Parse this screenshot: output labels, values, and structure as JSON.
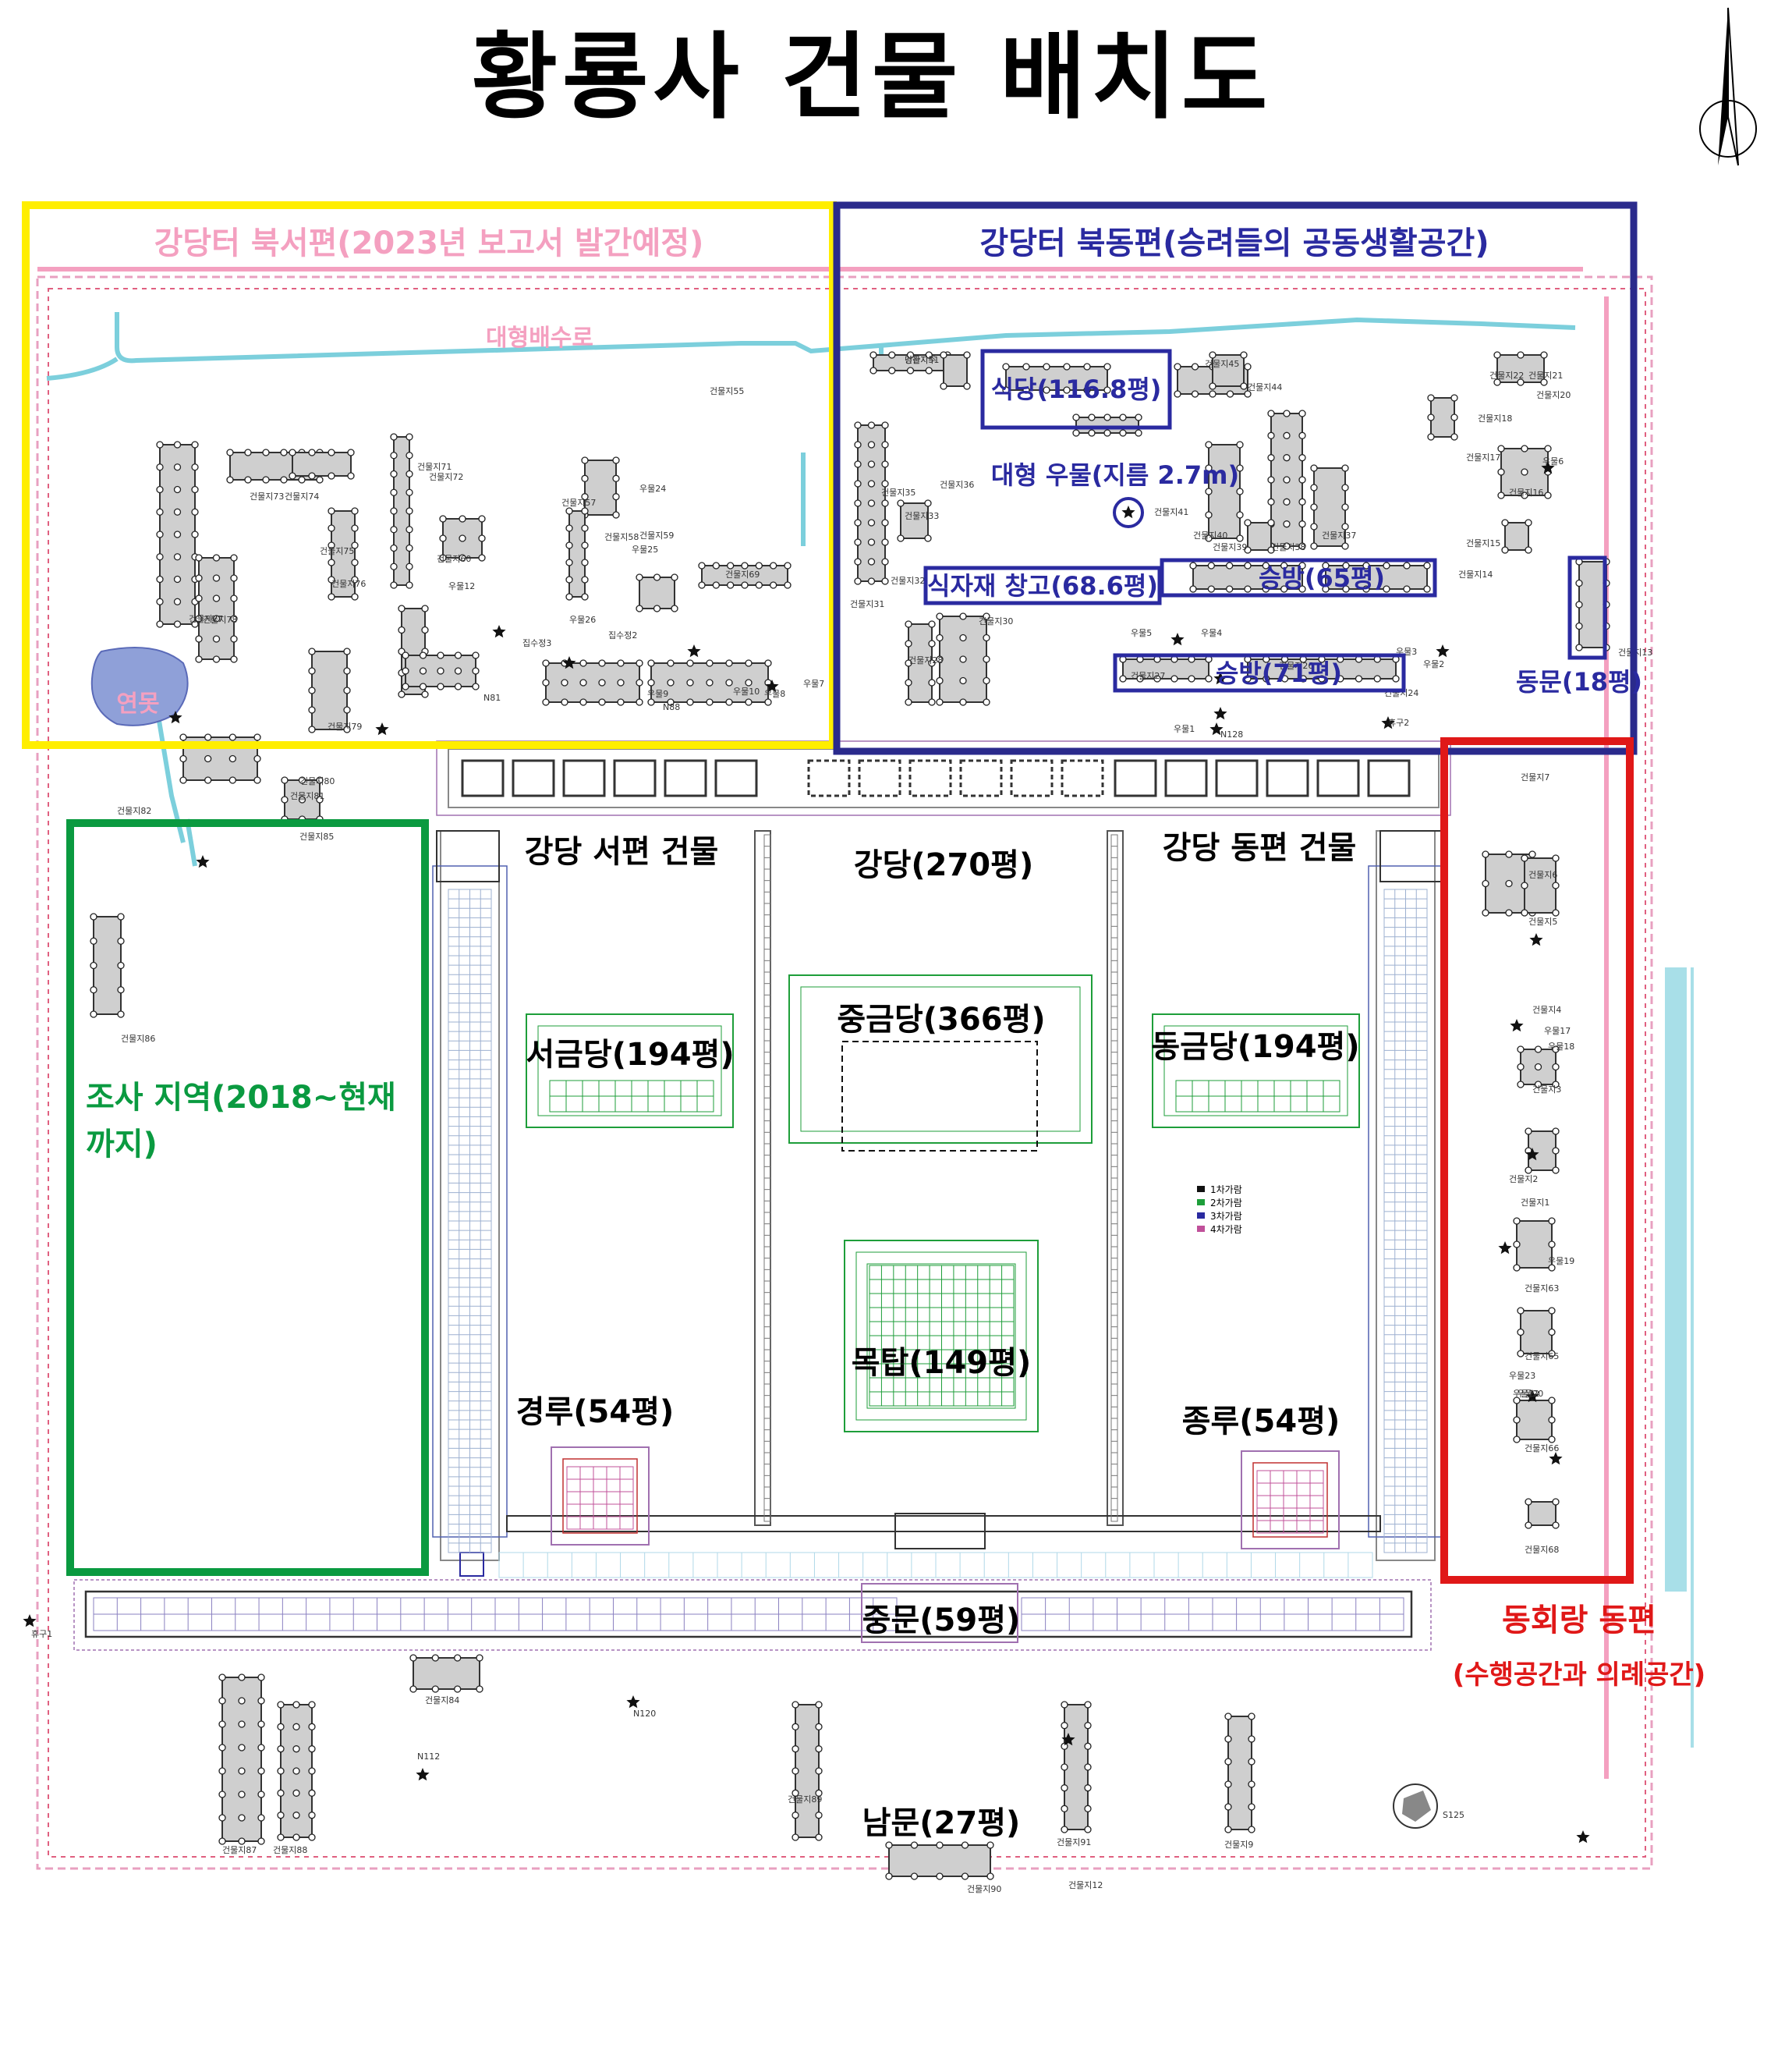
{
  "title": "황룡사 건물 배치도",
  "zones": {
    "northwest": "강당터 북서편(2023년 보고서 발간예정)",
    "northeast": "강당터 북동편(승려들의 공동생활공간)",
    "east_corridor": "동회랑 동편",
    "east_corridor_sub": "(수행공간과 의례공간)",
    "survey_line1": "조사 지역(2018~현재",
    "survey_line2": "까지)"
  },
  "labels": {
    "drain": "대형배수로",
    "pond": "연못",
    "dining": "식당(116.8평)",
    "well": "대형 우물(지름 2.7m)",
    "storage": "식자재 창고(68.6평)",
    "monk1": "승방(65평)",
    "monk2": "승방(71평)",
    "east_gate": "동문(18평)",
    "west_hall": "강당 서편 건물",
    "lecture": "강당(270평)",
    "east_hall": "강당 동편 건물",
    "west_golden": "서금당(194평)",
    "main_golden": "중금당(366평)",
    "east_golden": "동금당(194평)",
    "pagoda": "목탑(149평)",
    "sutra_tower": "경루(54평)",
    "bell_tower": "종루(54평)",
    "middle_gate": "중문(59평)",
    "south_gate": "남문(27평)"
  },
  "legend": [
    "1차가람",
    "2차가람",
    "3차가람",
    "4차가람"
  ],
  "legend_colors": [
    "#111111",
    "#1e9e3a",
    "#2a2aa0",
    "#c0509a"
  ],
  "colors": {
    "yellow": "#ffee00",
    "navy": "#2a2a8c",
    "red": "#e01818",
    "green": "#0a9a40",
    "pink": "#f4a0c0",
    "cyan": "#7ccfdc",
    "blue_label": "#2a2aa0"
  },
  "small_labels": [
    "건물지51",
    "건물지45",
    "건물지44",
    "건물지22",
    "건물지21",
    "건물지20",
    "건물지18",
    "건물지17",
    "건물지16",
    "건물지15",
    "건물지14",
    "건물지13",
    "건물지40",
    "건물지39",
    "건물지38",
    "건물지37",
    "건물지36",
    "건물지35",
    "건물지33",
    "건물지32",
    "건물지31",
    "건물지30",
    "건물지28",
    "건물지27",
    "건물지26",
    "건물지24",
    "건물지41",
    "건물지55",
    "건물지71",
    "건물지72",
    "건물지73",
    "건물지74",
    "건물지75",
    "건물지76",
    "건물지77",
    "건물지78",
    "건물지79",
    "건물지80",
    "건물지81",
    "건물지82",
    "건물지85",
    "건물지86",
    "건물지84",
    "건물지87",
    "건물지88",
    "건물지89",
    "건물지90",
    "건물지91",
    "건물지12",
    "건물지9",
    "건물지7",
    "건물지6",
    "건물지5",
    "건물지4",
    "건물지3",
    "건물지2",
    "건물지1",
    "건물지63",
    "건물지65",
    "건물지66",
    "건물지68",
    "건물지69",
    "건물지57",
    "건물지58",
    "건물지59",
    "건물지60",
    "우물12",
    "우물10",
    "우물9",
    "우물8",
    "우물7",
    "우물6",
    "우물5",
    "우물4",
    "우물3",
    "우물2",
    "우물1",
    "우물17",
    "우물18",
    "우물19",
    "우물20",
    "우물22",
    "우물23",
    "우물24",
    "우물25",
    "우물26",
    "집수정3",
    "집수정2",
    "휴구2",
    "휴구1",
    "N112",
    "N120",
    "N128",
    "N88",
    "N81",
    "S125",
    "당간지주"
  ]
}
